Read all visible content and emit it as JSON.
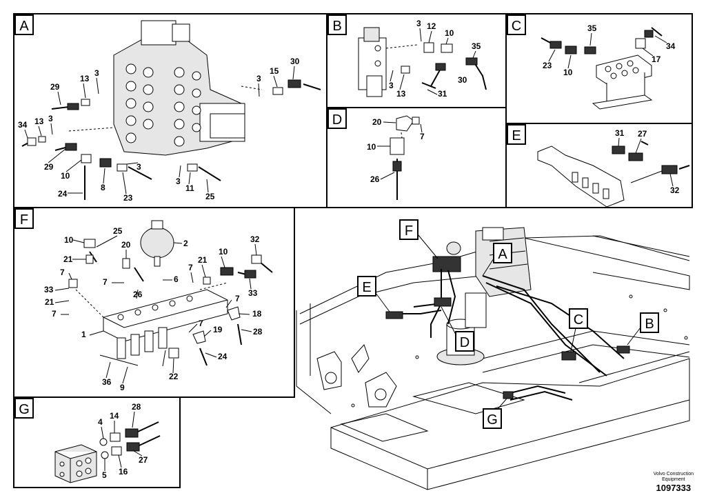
{
  "panels": {
    "A": {
      "label": "A",
      "callouts": [
        "29",
        "13",
        "3",
        "30",
        "15",
        "3",
        "34",
        "13",
        "3",
        "29",
        "10",
        "3",
        "8",
        "23",
        "24",
        "3",
        "11",
        "25"
      ]
    },
    "B": {
      "label": "B",
      "callouts": [
        "3",
        "12",
        "10",
        "35",
        "30",
        "3",
        "13",
        "31"
      ]
    },
    "C": {
      "label": "C",
      "callouts": [
        "35",
        "34",
        "23",
        "10",
        "17"
      ]
    },
    "D": {
      "label": "D",
      "callouts": [
        "20",
        "7",
        "10",
        "26"
      ]
    },
    "E": {
      "label": "E",
      "callouts": [
        "31",
        "27",
        "32"
      ]
    },
    "F": {
      "label": "F",
      "callouts": [
        "25",
        "10",
        "20",
        "2",
        "32",
        "21",
        "10",
        "7",
        "21",
        "7",
        "6",
        "7",
        "33",
        "26",
        "33",
        "21",
        "7",
        "18",
        "7",
        "19",
        "28",
        "1",
        "7",
        "24",
        "22",
        "36",
        "9"
      ]
    },
    "G": {
      "label": "G",
      "callouts": [
        "28",
        "4",
        "14",
        "27",
        "5",
        "16"
      ]
    }
  },
  "overview_labels": [
    "F",
    "A",
    "E",
    "C",
    "B",
    "D",
    "G"
  ],
  "footer": {
    "brand_line1": "Volvo Construction",
    "brand_line2": "Equipment",
    "code": "1097333"
  }
}
